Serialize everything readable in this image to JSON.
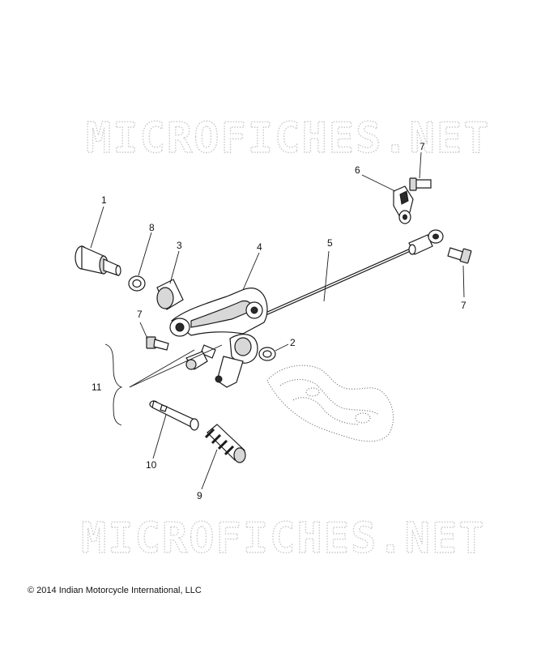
{
  "watermark": {
    "text": "MICROFICHES.NET"
  },
  "callouts": {
    "c1": "1",
    "c2": "2",
    "c3": "3",
    "c4": "4",
    "c5": "5",
    "c6": "6",
    "c7a": "7",
    "c7b": "7",
    "c7c": "7",
    "c8": "8",
    "c9": "9",
    "c10": "10",
    "c11": "11"
  },
  "copyright": {
    "symbol": "©",
    "text": "2014 Indian Motorcycle International, LLC"
  }
}
